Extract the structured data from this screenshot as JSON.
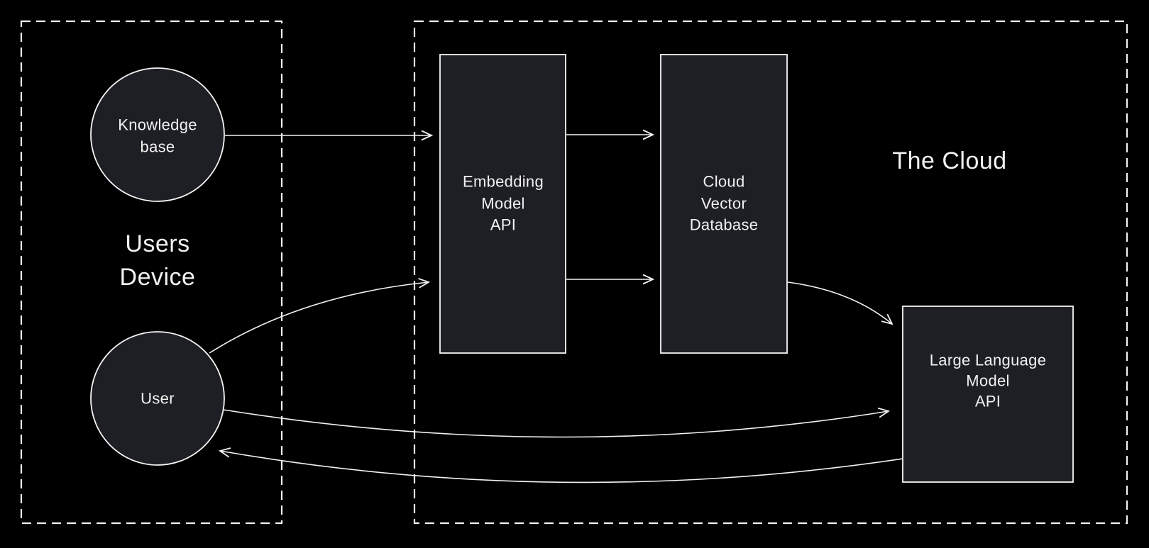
{
  "diagram": {
    "type": "architecture-flow",
    "groups": {
      "users_device": {
        "label_lines": [
          "Users",
          "Device"
        ]
      },
      "the_cloud": {
        "label": "The Cloud"
      }
    },
    "nodes": {
      "knowledge_base": {
        "shape": "circle",
        "lines": [
          "Knowledge",
          "base"
        ]
      },
      "user": {
        "shape": "circle",
        "lines": [
          "User"
        ]
      },
      "embedding_model_api": {
        "shape": "rectangle",
        "lines": [
          "Embedding",
          "Model",
          "API"
        ]
      },
      "cloud_vector_database": {
        "shape": "rectangle",
        "lines": [
          "Cloud",
          "Vector",
          "Database"
        ]
      },
      "large_language_model_api": {
        "shape": "rectangle",
        "lines": [
          "Large Language",
          "Model",
          "API"
        ]
      }
    },
    "edges": [
      {
        "from": "knowledge_base",
        "to": "embedding_model_api",
        "style": "straight-arrow"
      },
      {
        "from": "embedding_model_api",
        "to": "cloud_vector_database",
        "style": "straight-arrow",
        "position": "upper"
      },
      {
        "from": "embedding_model_api",
        "to": "cloud_vector_database",
        "style": "straight-arrow",
        "position": "lower"
      },
      {
        "from": "user",
        "to": "embedding_model_api",
        "style": "curved-arrow"
      },
      {
        "from": "cloud_vector_database",
        "to": "large_language_model_api",
        "style": "curved-arrow"
      },
      {
        "from": "user",
        "to": "large_language_model_api",
        "style": "curved-arrow"
      },
      {
        "from": "large_language_model_api",
        "to": "user",
        "style": "curved-arrow"
      }
    ],
    "colors": {
      "background": "#000000",
      "node_fill": "#1d1f24",
      "stroke": "#f2f2f2",
      "text": "#f2f2f2"
    }
  }
}
